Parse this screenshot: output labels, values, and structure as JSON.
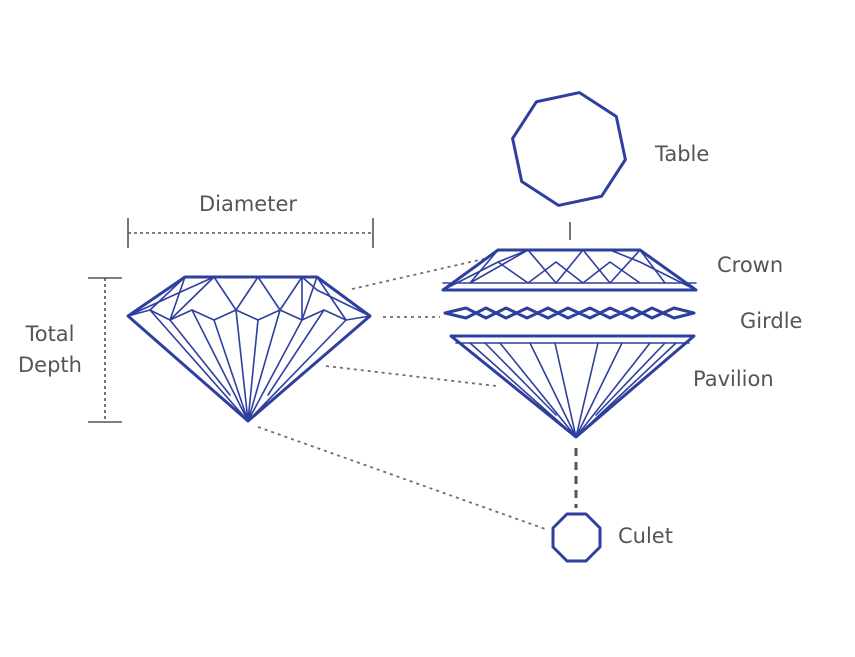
{
  "labels": {
    "diameter": "Diameter",
    "total_depth_line1": "Total",
    "total_depth_line2": "Depth",
    "table": "Table",
    "crown": "Crown",
    "girdle": "Girdle",
    "pavilion": "Pavilion",
    "culet": "Culet"
  },
  "colors": {
    "diamond_outline": "#2f3f9e",
    "label_text": "#555555",
    "leader_line": "#6f6f6f"
  }
}
